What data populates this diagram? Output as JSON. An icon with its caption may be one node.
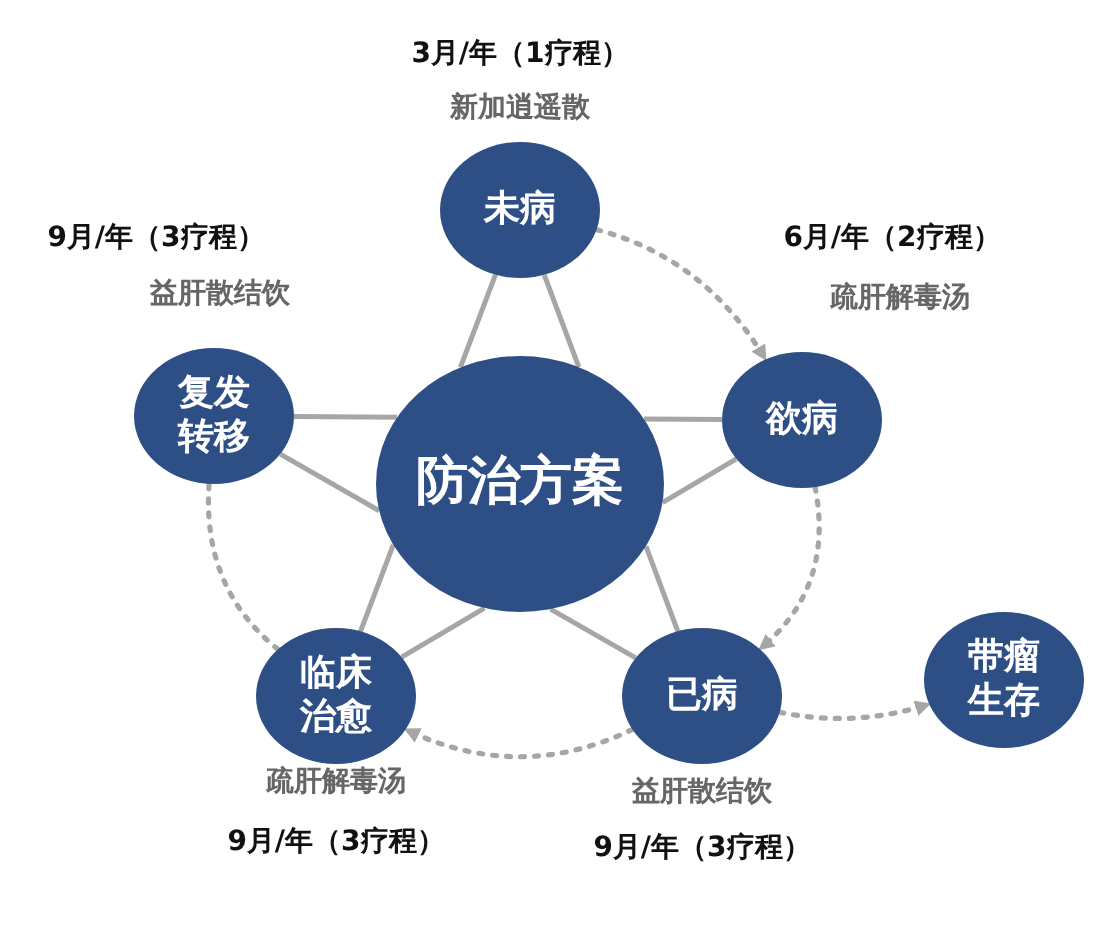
{
  "diagram": {
    "nodes": [
      {
        "text": [
          "防治方案"
        ]
      },
      {
        "text": [
          "未病"
        ],
        "beside": [
          "3月/年（1疗程）",
          "新加逍遥散"
        ]
      },
      {
        "text": [
          "欲病"
        ],
        "beside": [
          "6月/年（2疗程）",
          "疏肝解毒汤"
        ]
      },
      {
        "text": [
          "已病"
        ],
        "beside": [
          "益肝散结饮",
          "9月/年（3疗程）"
        ]
      },
      {
        "text": [
          "临床治愈"
        ],
        "beside": [
          "疏肝解毒汤",
          "9月/年（3疗程）"
        ]
      },
      {
        "text": [
          "复发转移"
        ],
        "beside": [
          "9月/年（3疗程）",
          "益肝散结饮"
        ]
      },
      {
        "text": [
          "带瘤生存"
        ]
      }
    ],
    "edges": [
      {
        "from": 1,
        "to": 0,
        "arrow": "none"
      },
      {
        "from": 1,
        "to": 0,
        "arrow": "none"
      },
      {
        "from": 2,
        "to": 0,
        "arrow": "none"
      },
      {
        "from": 2,
        "to": 0,
        "arrow": "none"
      },
      {
        "from": 3,
        "to": 0,
        "arrow": "none"
      },
      {
        "from": 3,
        "to": 0,
        "arrow": "none"
      },
      {
        "from": 4,
        "to": 0,
        "arrow": "none"
      },
      {
        "from": 4,
        "to": 0,
        "arrow": "none"
      },
      {
        "from": 5,
        "to": 0,
        "arrow": "none"
      },
      {
        "from": 5,
        "to": 0,
        "arrow": "none"
      },
      {
        "from": 1,
        "to": 2,
        "arrow": "to",
        "style": "dashed"
      },
      {
        "from": 2,
        "to": 3,
        "arrow": "to",
        "style": "dashed"
      },
      {
        "from": 3,
        "to": 4,
        "arrow": "to",
        "style": "dashed"
      },
      {
        "from": 3,
        "to": 6,
        "arrow": "to",
        "style": "dashed"
      },
      {
        "from": 4,
        "to": 5,
        "arrow": "none",
        "style": "dashed"
      }
    ]
  }
}
